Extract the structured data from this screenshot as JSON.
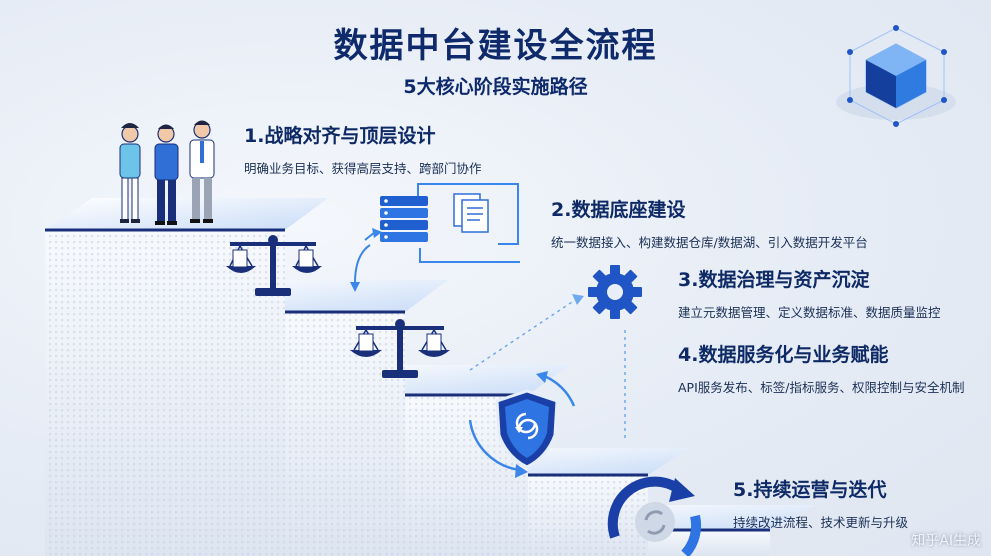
{
  "header": {
    "title": "数据中台建设全流程",
    "subtitle": "5大核心阶段实施路径"
  },
  "stages": [
    {
      "title": "1.战略对齐与顶层设计",
      "desc": "明确业务目标、获得高层支持、跨部门协作",
      "icon": "team-people-icon"
    },
    {
      "title": "2.数据底座建设",
      "desc": "统一数据接入、构建数据仓库/数据湖、引入数据开发平台",
      "icon": "server-stack-icon"
    },
    {
      "title": "3.数据治理与资产沉淀",
      "desc": "建立元数据管理、定义数据标准、数据质量监控",
      "icon": "gear-icon"
    },
    {
      "title": "4.数据服务化与业务赋能",
      "desc": "API服务发布、标签/指标服务、权限控制与安全机制",
      "icon": "shield-icon"
    },
    {
      "title": "5.持续运营与迭代",
      "desc": "持续改进流程、技术更新与升级",
      "icon": "refresh-cycle-icon"
    }
  ],
  "watermark": "知乎AI生成",
  "colors": {
    "title": "#0f2a6b",
    "accent_blue": "#2f7be0",
    "dark_navy": "#1a2f7a",
    "step_top": "#ffffff"
  }
}
